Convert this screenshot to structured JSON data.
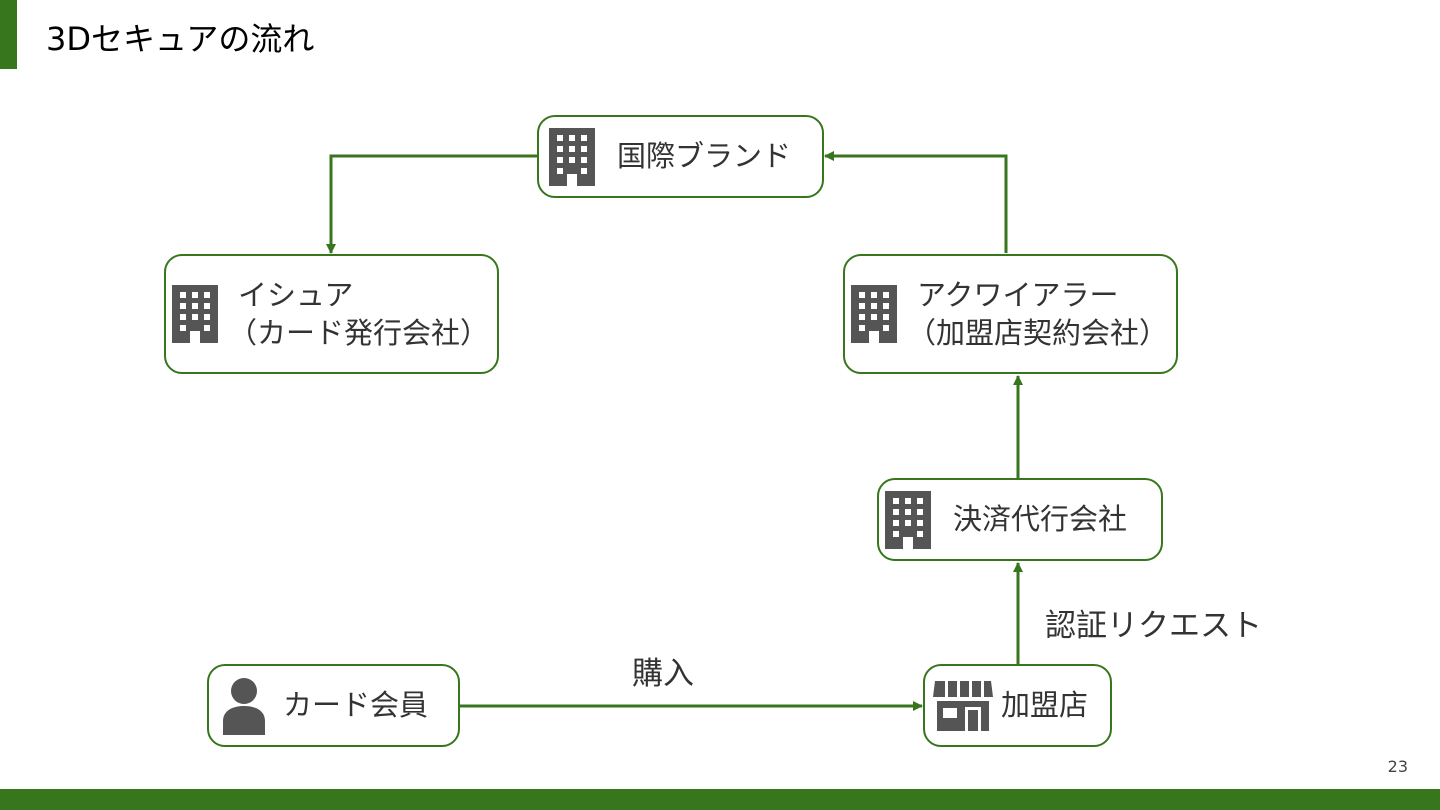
{
  "slide": {
    "title": "3Dセキュアの流れ",
    "page_number": "23"
  },
  "colors": {
    "accent": "#38761d",
    "icon": "#555555",
    "text": "#333333"
  },
  "nodes": {
    "brand": {
      "icon": "building-icon",
      "line1": "国際ブランド"
    },
    "issuer": {
      "icon": "building-icon",
      "line1": "イシュア",
      "line2": "（カード発行会社）"
    },
    "acquirer": {
      "icon": "building-icon",
      "line1": "アクワイアラー",
      "line2": "（加盟店契約会社）"
    },
    "psp": {
      "icon": "building-icon",
      "line1": "決済代行会社"
    },
    "cardholder": {
      "icon": "person-icon",
      "line1": "カード会員"
    },
    "merchant": {
      "icon": "store-icon",
      "line1": "加盟店"
    }
  },
  "edges": [
    {
      "from": "cardholder",
      "to": "merchant",
      "label": "購入"
    },
    {
      "from": "merchant",
      "to": "psp",
      "label": "認証リクエスト"
    },
    {
      "from": "psp",
      "to": "acquirer",
      "label": ""
    },
    {
      "from": "acquirer",
      "to": "brand",
      "label": ""
    },
    {
      "from": "brand",
      "to": "issuer",
      "label": ""
    }
  ]
}
